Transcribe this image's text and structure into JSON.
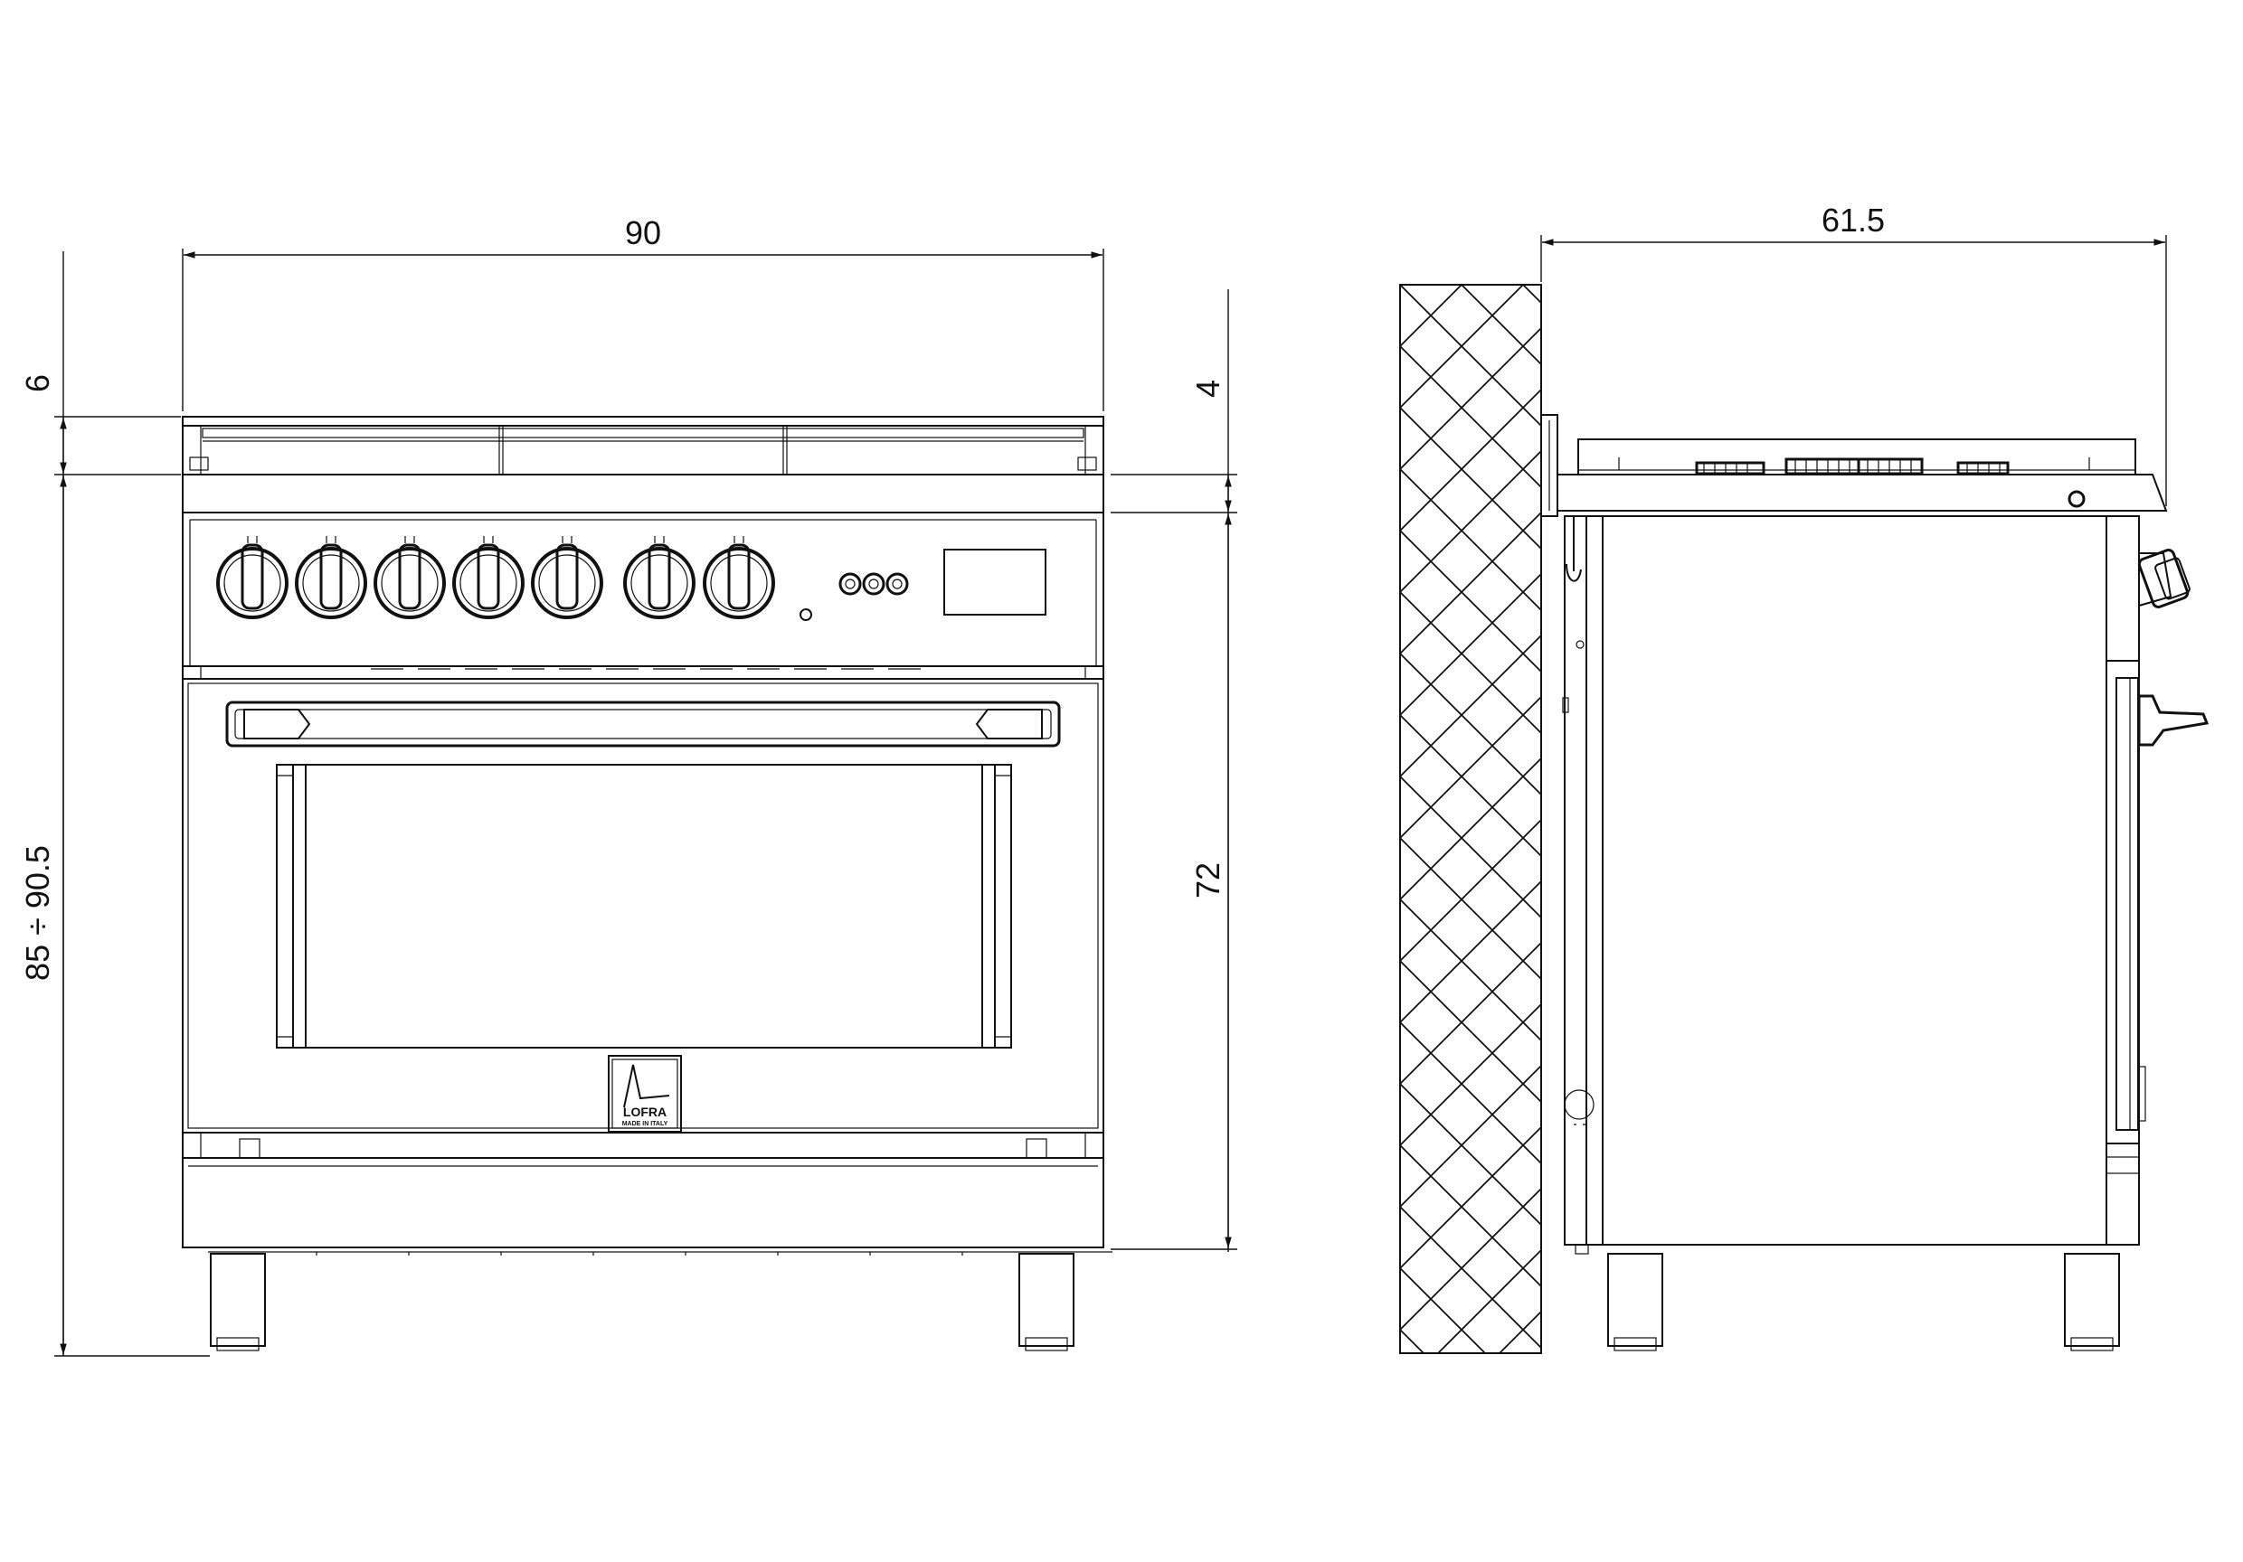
{
  "dimensions": {
    "front_width": "90",
    "side_depth": "61.5",
    "grate_height": "6",
    "total_height": "85 ÷ 90.5",
    "hob_height": "4",
    "body_height": "72"
  },
  "logo": {
    "brand": "LOFRA",
    "tagline": "MADE IN ITALY"
  }
}
